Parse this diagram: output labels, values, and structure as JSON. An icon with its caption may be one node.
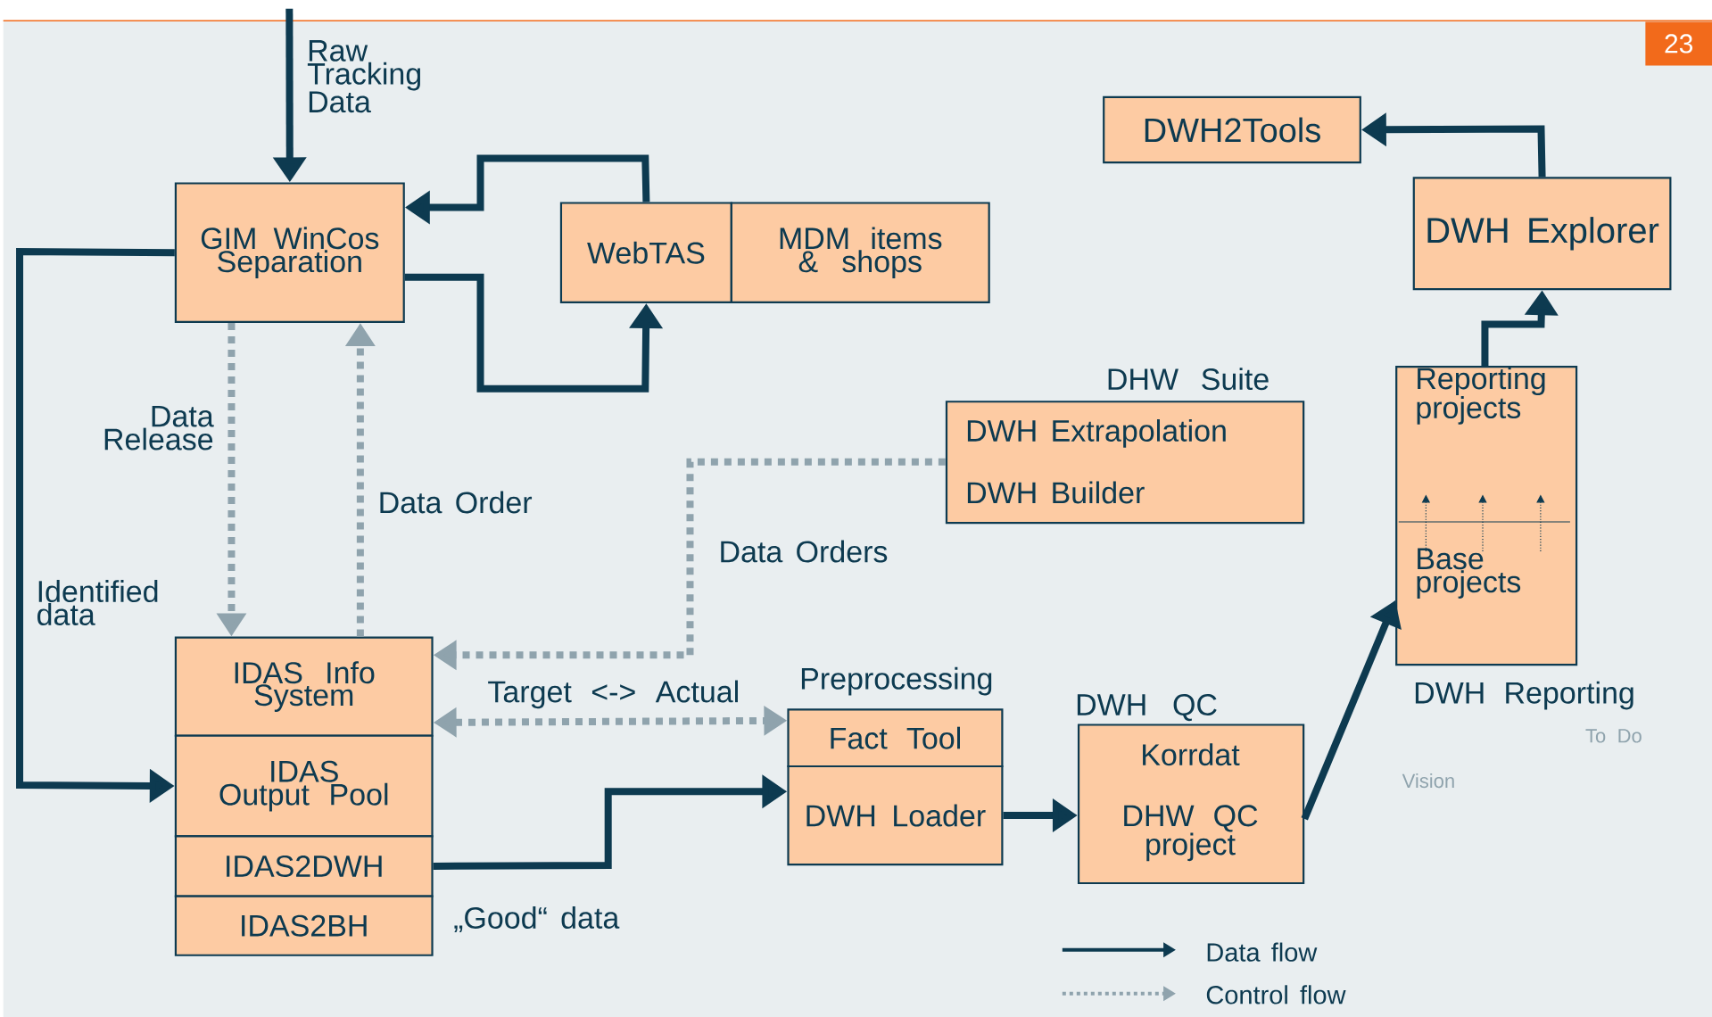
{
  "diagram": {
    "nodes": [
      {
        "text": [
          "GIM WinCos Separation"
        ]
      },
      {
        "text": [
          "WebTAS"
        ]
      },
      {
        "text": [
          "MDM items & shops"
        ]
      },
      {
        "text": [
          "DHW Suite",
          "DWH Extrapolation",
          "DWH Builder"
        ]
      },
      {
        "text": [
          "DWH2Tools"
        ]
      },
      {
        "text": [
          "DWH Explorer"
        ]
      },
      {
        "text": [
          "Reporting projects",
          "Base projects"
        ],
        "beside": [
          "DWH Reporting"
        ]
      },
      {
        "text": [
          "IDAS Info System"
        ]
      },
      {
        "text": [
          "IDAS Output Pool"
        ]
      },
      {
        "text": [
          "IDAS2DWH"
        ]
      },
      {
        "text": [
          "IDAS2BH"
        ]
      },
      {
        "text": [
          "Fact Tool"
        ],
        "beside": [
          "Preprocessing"
        ]
      },
      {
        "text": [
          "DWH Loader"
        ]
      },
      {
        "text": [
          "Korrdat",
          "DHW QC project"
        ],
        "beside": [
          "DWH QC"
        ]
      }
    ],
    "edges": [
      {
        "from": null,
        "to": 0,
        "arrow": "to",
        "label": "Raw Tracking Data"
      },
      {
        "from": 1,
        "to": 0,
        "arrow": "to"
      },
      {
        "from": 0,
        "to": 1,
        "arrow": "to"
      },
      {
        "from": 0,
        "to": 7,
        "arrow": "to",
        "label": "Data Release",
        "style": "dashed",
        "color": "#8fa3ad"
      },
      {
        "from": 7,
        "to": 0,
        "arrow": "to",
        "label": "Data Order",
        "style": "dashed",
        "color": "#8fa3ad"
      },
      {
        "from": 0,
        "to": 8,
        "arrow": "to",
        "label": "Identified data"
      },
      {
        "from": 3,
        "to": 7,
        "arrow": "to",
        "label": "Data Orders",
        "style": "dashed",
        "color": "#8fa3ad"
      },
      {
        "from": 7,
        "to": 11,
        "arrow": "both",
        "label": "Target <-> Actual",
        "style": "dashed",
        "color": "#8fa3ad"
      },
      {
        "from": 9,
        "to": 12,
        "arrow": "to",
        "label": "„Good“ data"
      },
      {
        "from": 12,
        "to": 13,
        "arrow": "to"
      },
      {
        "from": 13,
        "to": 6,
        "arrow": "to"
      },
      {
        "from": 6,
        "to": 5,
        "arrow": "to"
      },
      {
        "from": 5,
        "to": 4,
        "arrow": "to"
      }
    ],
    "labels": [
      "23",
      "To Do",
      "Vision"
    ],
    "legend": [
      {
        "text": "Data flow"
      },
      {
        "text": "Control flow"
      }
    ]
  }
}
